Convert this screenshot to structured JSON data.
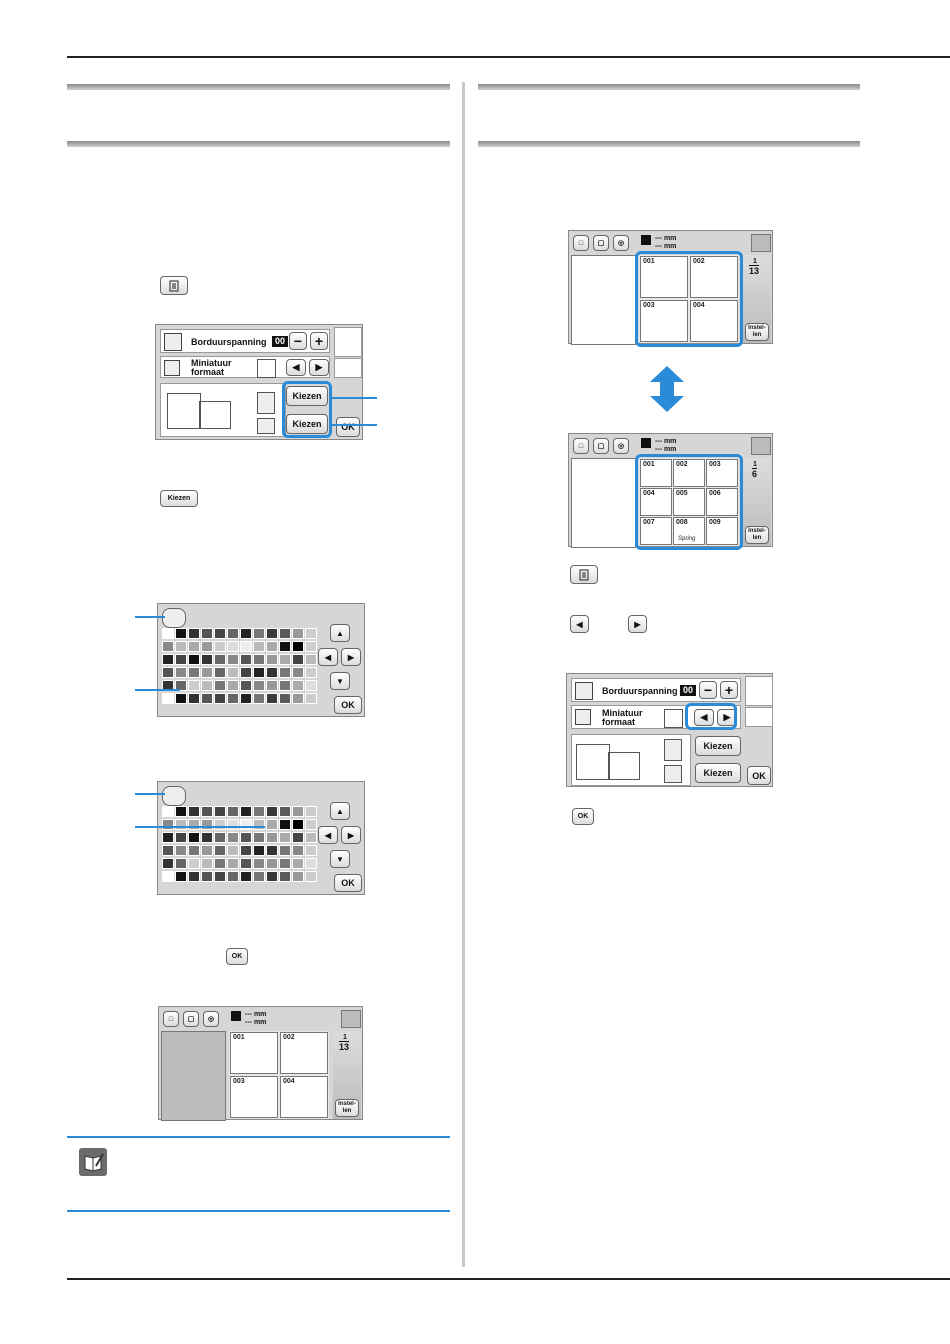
{
  "panel": {
    "tension_label": "Borduurspanning",
    "tension_value": "00",
    "minus": "−",
    "plus": "+",
    "thumb_label_1": "Miniatuur",
    "thumb_label_2": "formaat",
    "choose_label": "Kiezen",
    "ok_label": "OK"
  },
  "browser": {
    "dims": "--- mm",
    "dims2": "--- mm",
    "page_13": "13",
    "page_6": "6",
    "page_1": "1",
    "set_label_1": "Instel-",
    "set_label_2": "len",
    "codes4": [
      "001",
      "002",
      "003",
      "004"
    ],
    "codes9": [
      "001",
      "002",
      "003",
      "004",
      "005",
      "006",
      "007",
      "008",
      "009"
    ],
    "spring": "Spring"
  },
  "inline": {
    "kiezen": "Kiezen",
    "ok": "OK"
  },
  "colors": {
    "accent": "#2a8bd8"
  }
}
